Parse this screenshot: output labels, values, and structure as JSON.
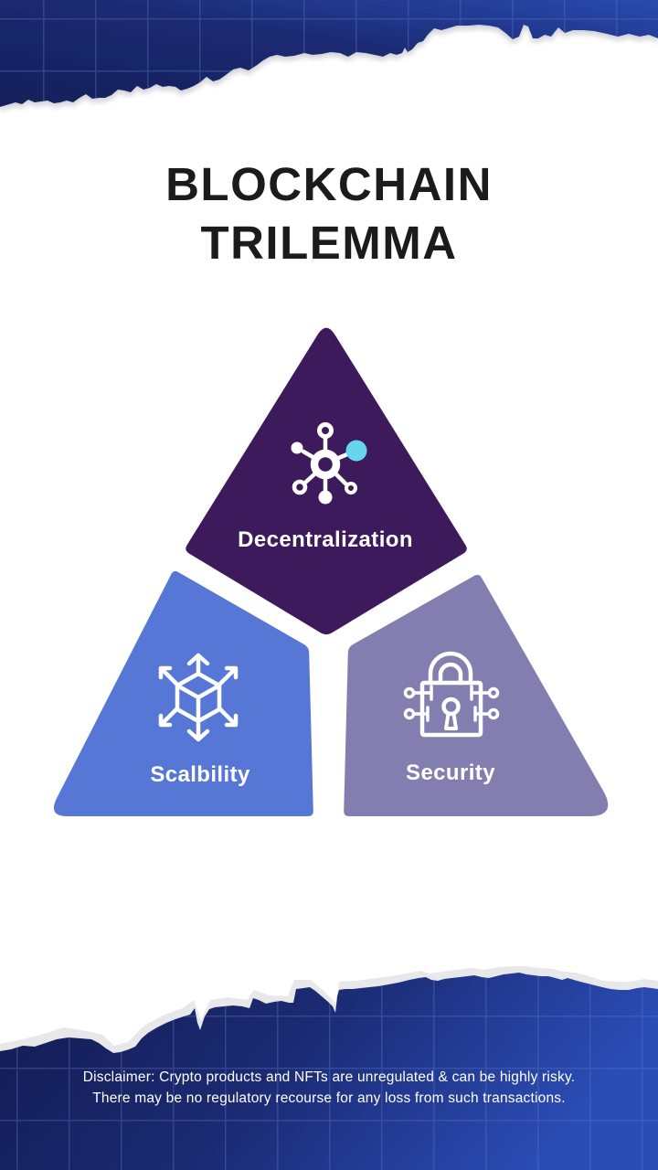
{
  "title": {
    "line1": "BLOCKCHAIN",
    "line2": "TRILEMMA"
  },
  "triangle": {
    "top": {
      "label": "Decentralization",
      "color": "#3c1a5c",
      "icon": "network-nodes-icon"
    },
    "left": {
      "label": "Scalbility",
      "color": "#5777d6",
      "icon": "cube-expand-icon"
    },
    "right": {
      "label": "Security",
      "color": "#827fb0",
      "icon": "circuit-lock-icon"
    }
  },
  "accent": {
    "cyan_node": "#66d5ee"
  },
  "colors": {
    "title_text": "#1b1b1b",
    "label_text": "#ffffff",
    "band_navy_dark": "#161f5a",
    "band_navy_bright": "#2a4ab0",
    "grid_line": "#5a74c4",
    "torn_paper_fringe": "#e8e8ea",
    "background": "#ffffff"
  },
  "disclaimer": {
    "line1": "Disclaimer: Crypto products and NFTs are unregulated & can be highly risky.",
    "line2": "There may be no regulatory recourse for any loss from such transactions."
  }
}
